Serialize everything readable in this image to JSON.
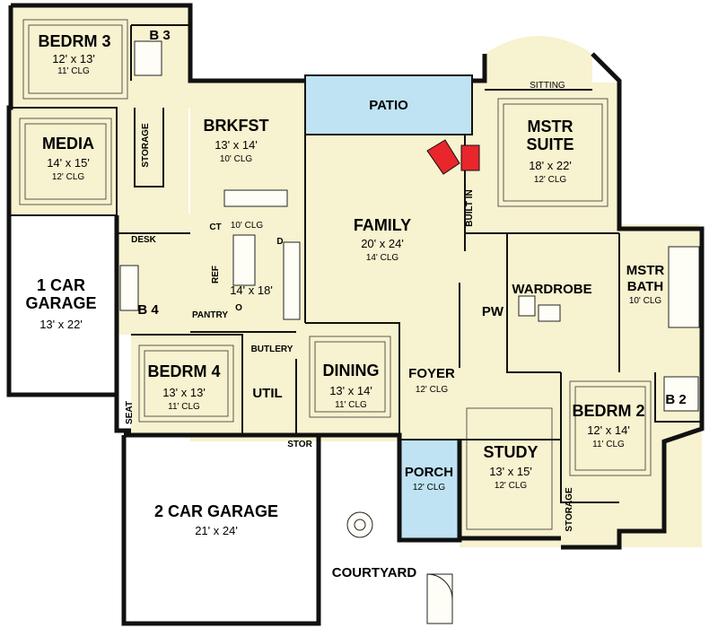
{
  "colors": {
    "floor": "#f7f2cf",
    "water": "#bfe3f2",
    "fireplace": "#e8262b",
    "wall": "#111111",
    "background": "#ffffff"
  },
  "rooms": {
    "bedrm3": {
      "name": "BEDRM 3",
      "dim": "12' x 13'",
      "clg": "11' CLG"
    },
    "b3": {
      "name": "B 3"
    },
    "media": {
      "name": "MEDIA",
      "dim": "14' x 15'",
      "clg": "12' CLG"
    },
    "storage_a": {
      "name": "STORAGE"
    },
    "brkfst": {
      "name": "BRKFST",
      "dim": "13' x 14'",
      "clg": "10' CLG"
    },
    "patio": {
      "name": "PATIO"
    },
    "sitting": {
      "name": "SITTING"
    },
    "mstr_suite": {
      "name1": "MSTR",
      "name2": "SUITE",
      "dim": "18' x 22'",
      "clg": "12' CLG"
    },
    "built_in": {
      "name": "BUILT IN"
    },
    "family": {
      "name": "FAMILY",
      "dim": "20' x 24'",
      "clg": "14' CLG"
    },
    "kitchen": {
      "ct": "CT",
      "clg": "10' CLG",
      "d": "D",
      "ref": "REF",
      "dim": "14' x 18'",
      "pantry": "PANTRY",
      "o": "O"
    },
    "desk": {
      "name": "DESK"
    },
    "garage1": {
      "name1": "1 CAR",
      "name2": "GARAGE",
      "dim": "13' x 22'"
    },
    "b4": {
      "name": "B 4"
    },
    "pw": {
      "name": "PW"
    },
    "wardrobe": {
      "name": "WARDROBE"
    },
    "mstr_bath": {
      "name1": "MSTR",
      "name2": "BATH",
      "clg": "10' CLG"
    },
    "bedrm4": {
      "name": "BEDRM 4",
      "dim": "13' x 13'",
      "clg": "11' CLG"
    },
    "butlery": {
      "name": "BUTLERY"
    },
    "util": {
      "name": "UTIL"
    },
    "dining": {
      "name": "DINING",
      "dim": "13' x 14'",
      "clg": "11' CLG"
    },
    "foyer": {
      "name": "FOYER",
      "clg": "12' CLG"
    },
    "bedrm2": {
      "name": "BEDRM 2",
      "dim": "12' x 14'",
      "clg": "11' CLG"
    },
    "b2": {
      "name": "B 2"
    },
    "seat": {
      "name": "SEAT"
    },
    "stor": {
      "name": "STOR"
    },
    "study": {
      "name": "STUDY",
      "dim": "13' x 15'",
      "clg": "12' CLG"
    },
    "porch": {
      "name": "PORCH",
      "clg": "12' CLG"
    },
    "storage_b": {
      "name": "STORAGE"
    },
    "garage2": {
      "name": "2 CAR GARAGE",
      "dim": "21' x 24'"
    },
    "courtyard": {
      "name": "COURTYARD"
    }
  }
}
